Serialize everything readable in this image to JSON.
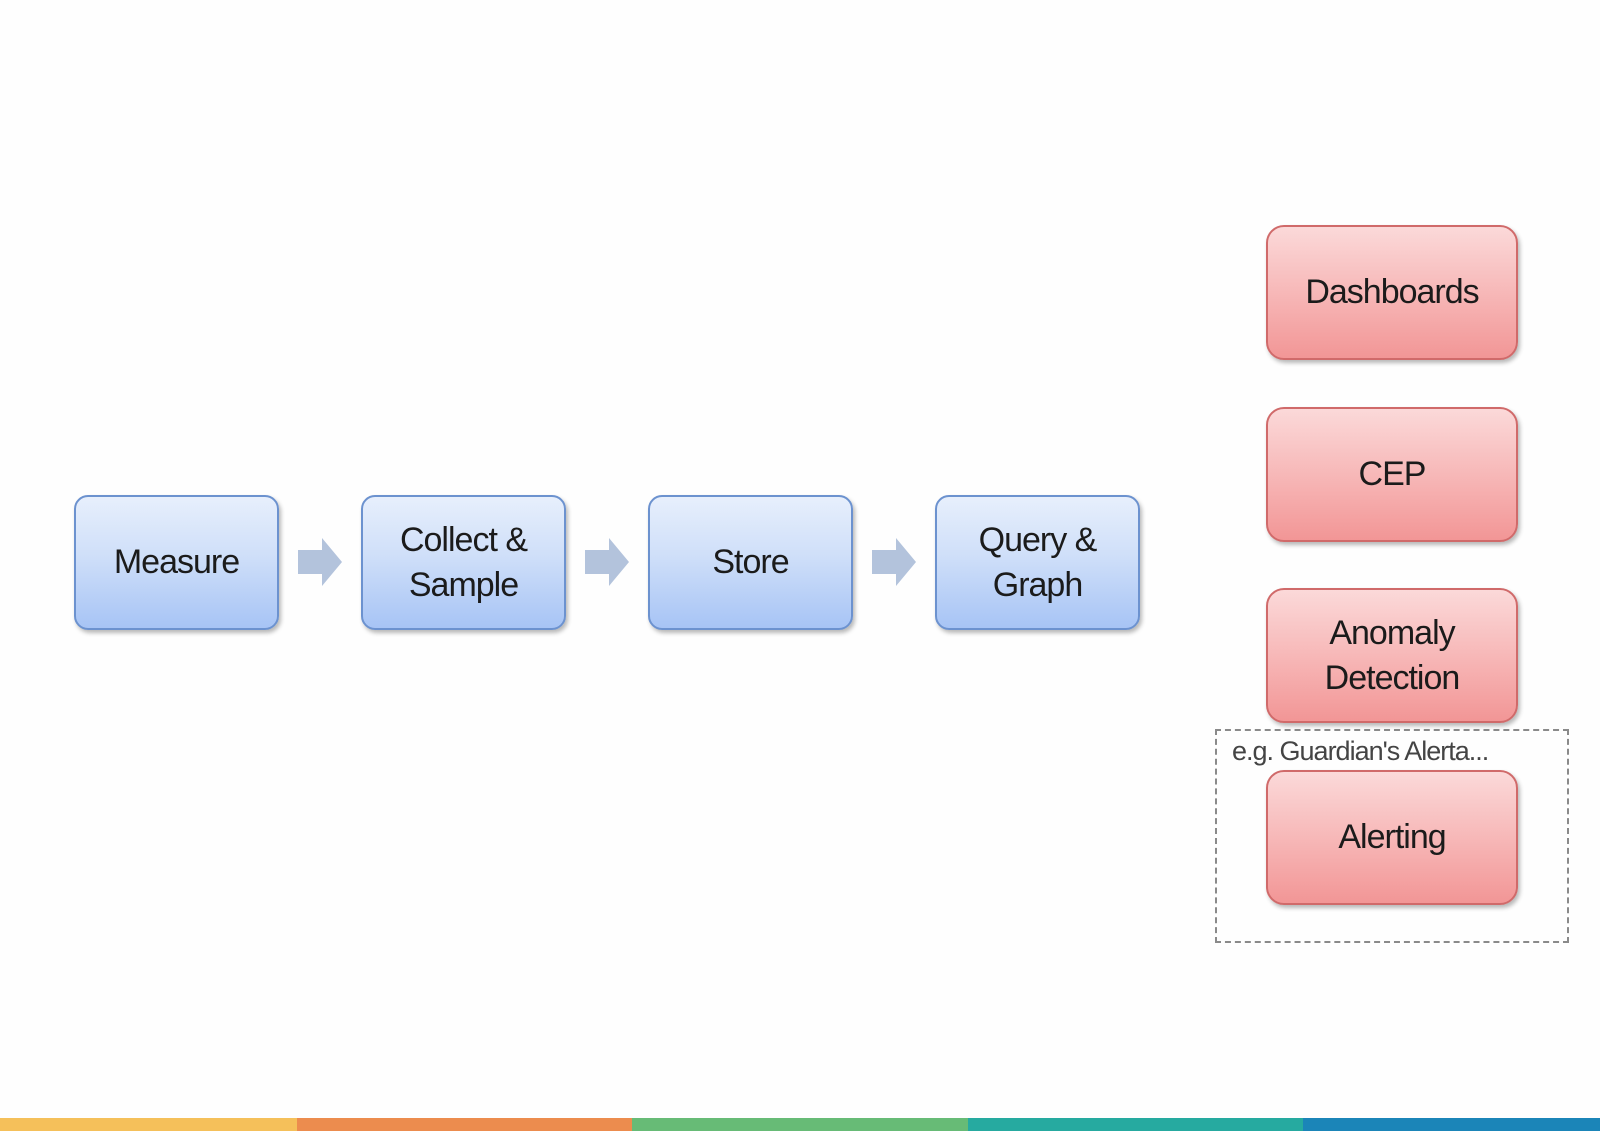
{
  "pipeline": {
    "steps": [
      {
        "label": "Measure"
      },
      {
        "label": "Collect &\nSample"
      },
      {
        "label": "Store"
      },
      {
        "label": "Query &\nGraph"
      }
    ]
  },
  "consumers": {
    "items": [
      {
        "label": "Dashboards"
      },
      {
        "label": "CEP"
      },
      {
        "label": "Anomaly\nDetection"
      },
      {
        "label": "Alerting"
      }
    ],
    "group_note": "e.g. Guardian's Alerta..."
  },
  "colors": {
    "pipeline_fill": "#cfdff9",
    "pipeline_border": "#6c92cf",
    "consumer_fill": "#f7b8b8",
    "consumer_border": "#d06a6a",
    "arrow": "#b3c3dc",
    "bottom_bar": [
      "#f5c05a",
      "#ec8c4e",
      "#67bb76",
      "#26aaa0",
      "#1b85b8"
    ]
  }
}
